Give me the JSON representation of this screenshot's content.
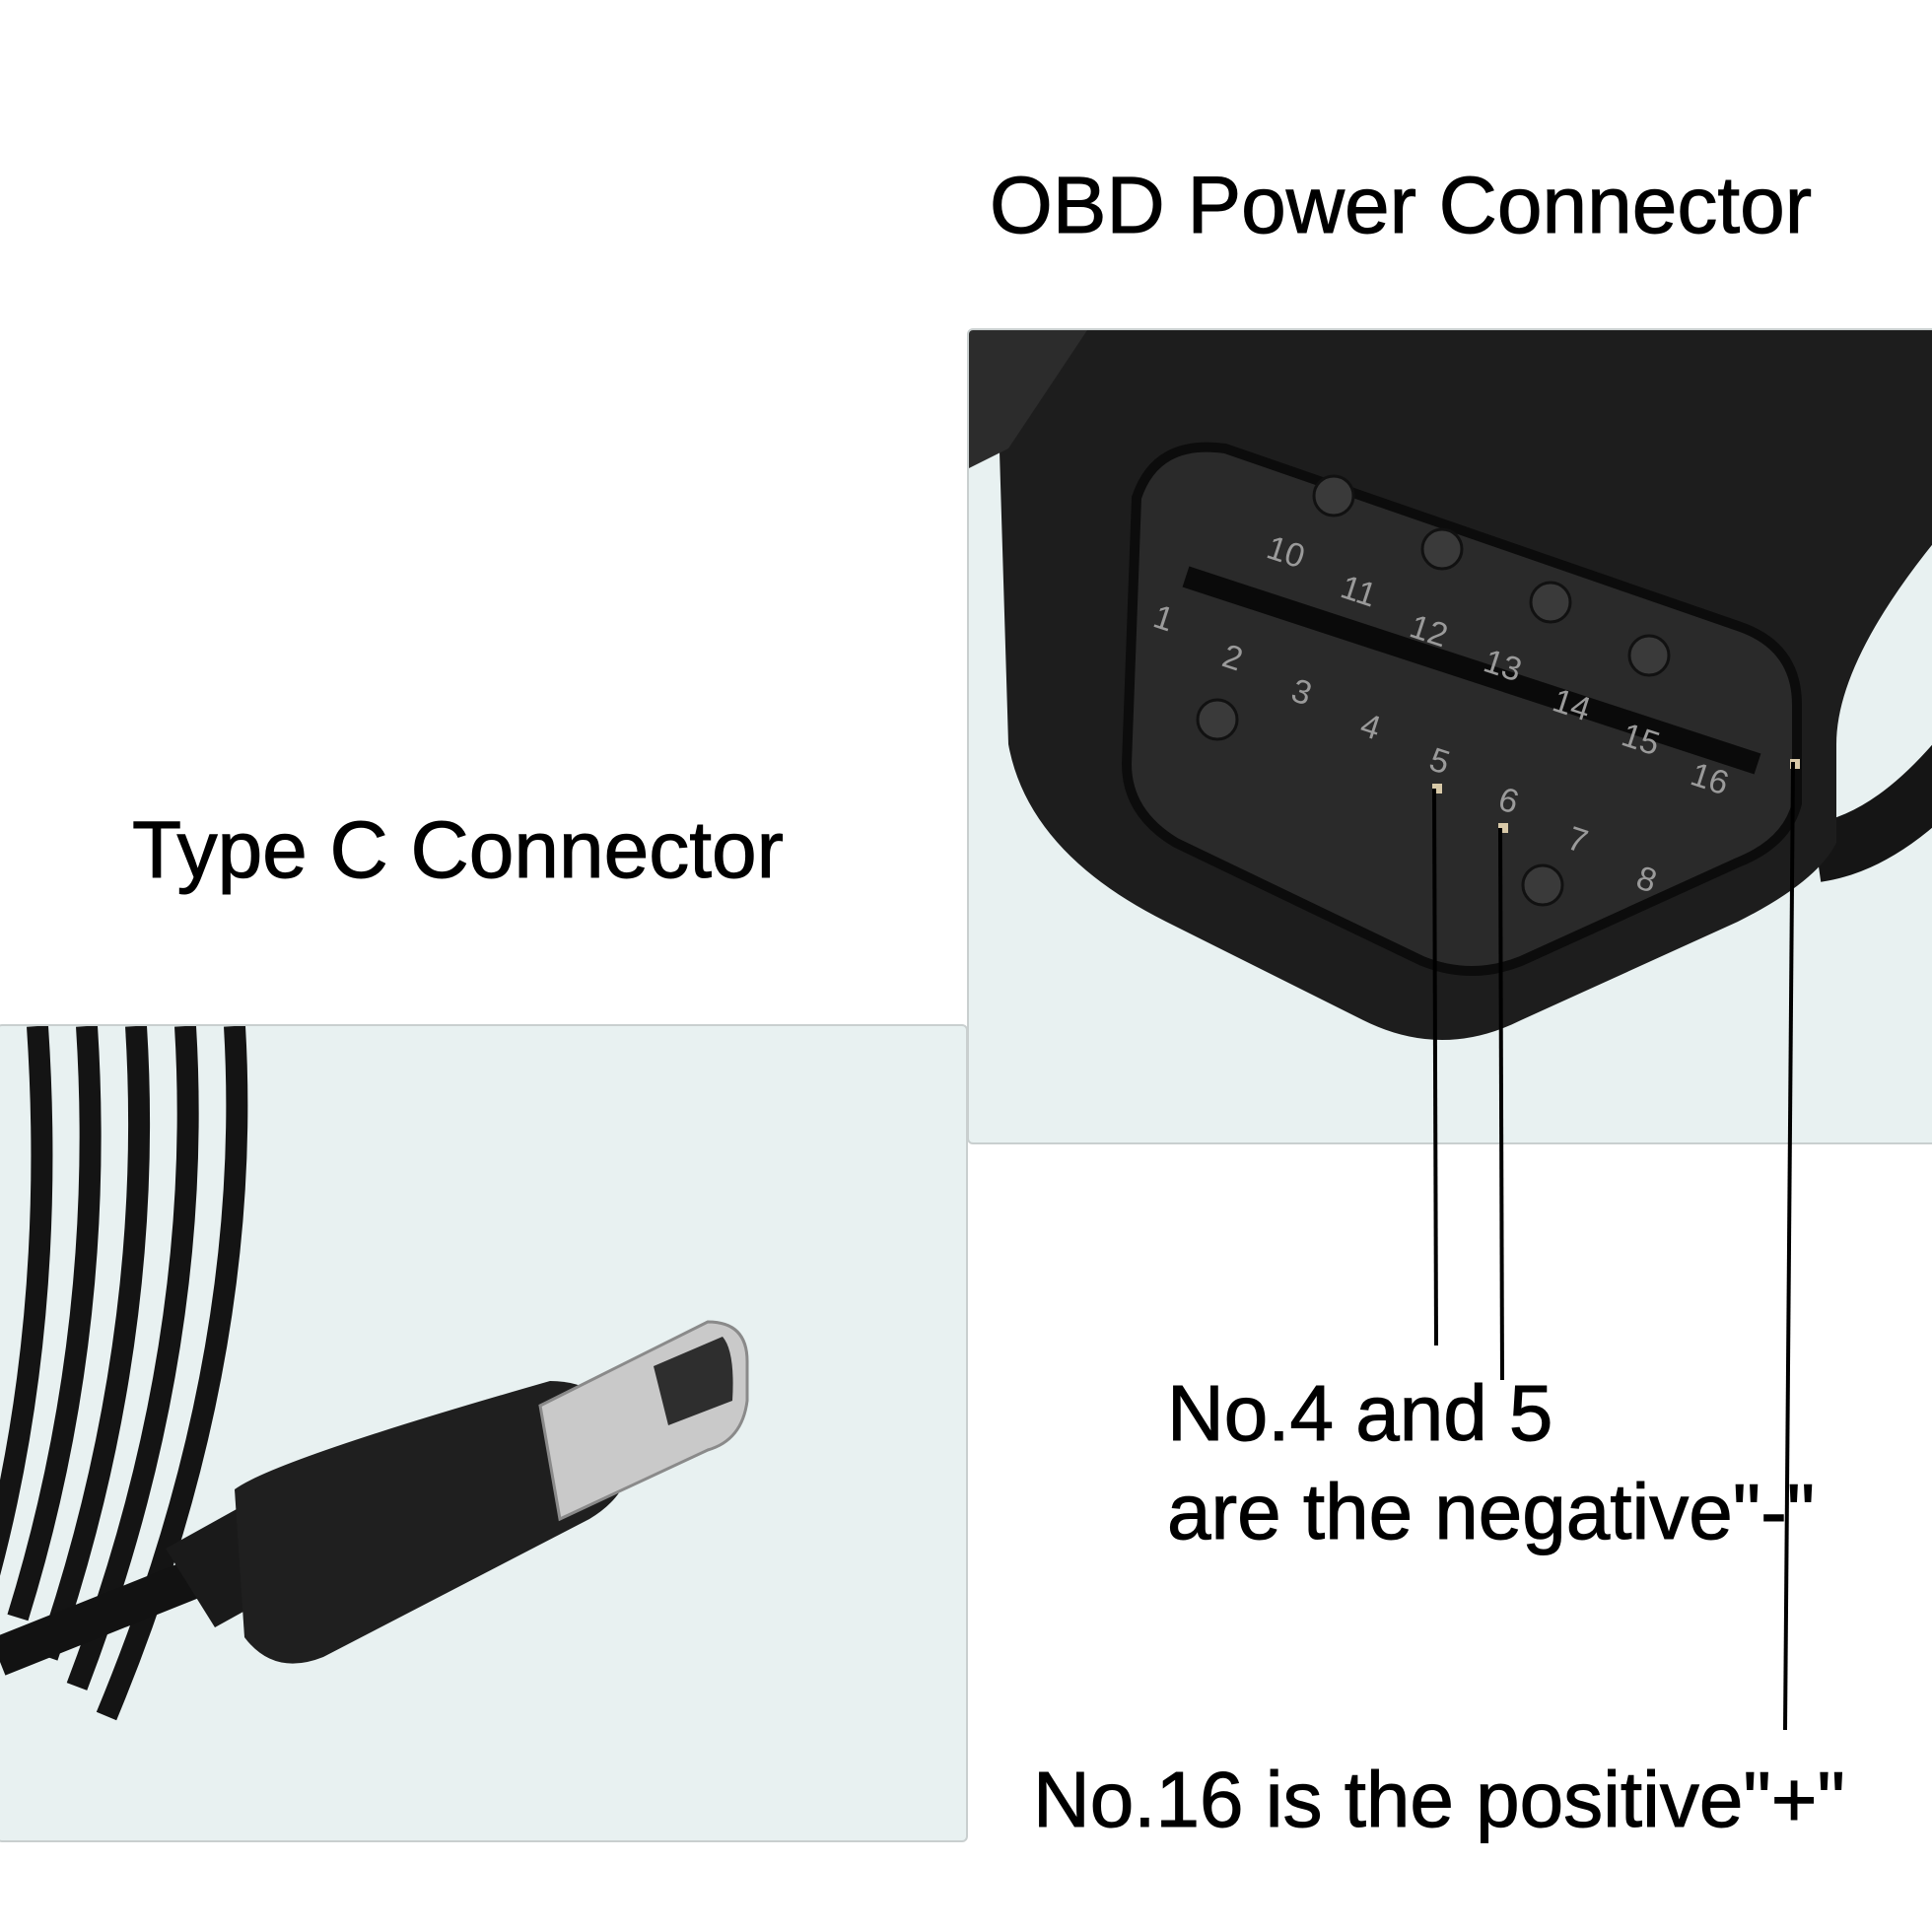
{
  "titles": {
    "obd": "OBD Power Connector",
    "typec": "Type C Connector"
  },
  "annotations": {
    "negative_line1": "No.4 and 5",
    "negative_line2": "are the negative\"-\"",
    "positive": "No.16 is the positive\"+\""
  },
  "pin_labels": {
    "top_row": [
      "10",
      "11",
      "12",
      "13",
      "14",
      "15",
      "16"
    ],
    "bottom_row": [
      "1",
      "2",
      "3",
      "4",
      "5",
      "6",
      "7",
      "8"
    ]
  },
  "colors": {
    "panel_bg": "#e8f1f1",
    "connector": "#1b1b1b",
    "metal": "#c8c8c8",
    "text": "#000000"
  }
}
